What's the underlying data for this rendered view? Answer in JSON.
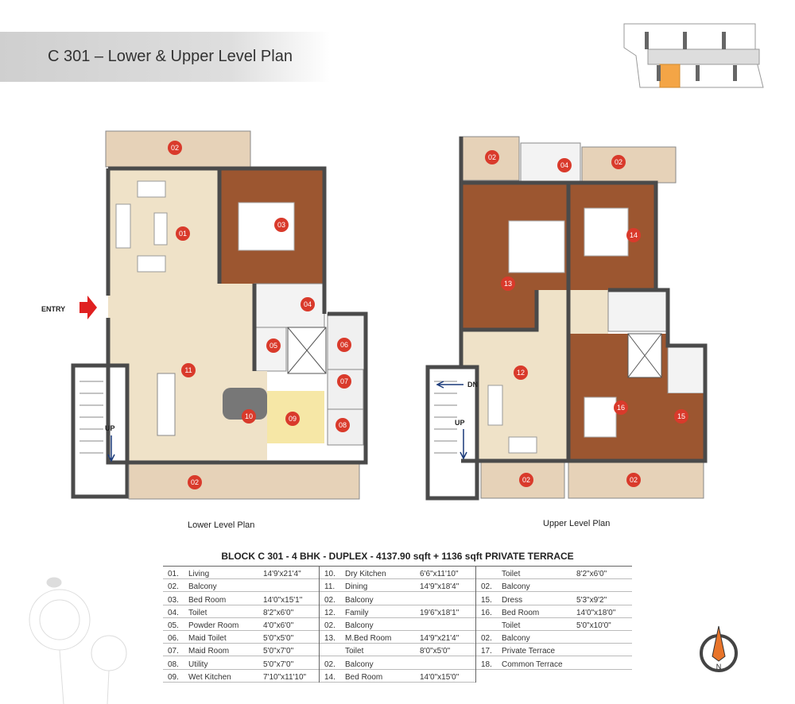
{
  "header": {
    "title": "C 301 – Lower & Upper Level Plan"
  },
  "colors": {
    "accent": "#d93a2b",
    "floor": "#efe2c8",
    "wood": "#9c5630",
    "balcony": "#e6d2b8",
    "wall": "#4a4a4a",
    "key_highlight": "#f4a546"
  },
  "lower_plan": {
    "caption": "Lower Level Plan",
    "entry": "ENTRY",
    "up": "UP",
    "markers": [
      "02",
      "01",
      "03",
      "04",
      "05",
      "06",
      "07",
      "11",
      "10",
      "09",
      "08",
      "02"
    ]
  },
  "upper_plan": {
    "caption": "Upper Level Plan",
    "up": "UP",
    "dn": "DN",
    "markers": [
      "02",
      "04",
      "02",
      "13",
      "14",
      "12",
      "16",
      "15",
      "02",
      "02"
    ]
  },
  "table": {
    "title": "BLOCK C 301 - 4 BHK - DUPLEX - 4137.90 sqft + 1136 sqft PRIVATE TERRACE",
    "columns": [
      [
        [
          "01.",
          "Living",
          "14'9'x21'4\""
        ],
        [
          "02.",
          "Balcony",
          ""
        ],
        [
          "03.",
          "Bed Room",
          "14'0\"x15'1\""
        ],
        [
          "04.",
          "Toilet",
          "8'2\"x6'0\""
        ],
        [
          "05.",
          "Powder Room",
          "4'0\"x6'0\""
        ],
        [
          "06.",
          "Maid Toilet",
          "5'0\"x5'0\""
        ],
        [
          "07.",
          "Maid Room",
          "5'0\"x7'0\""
        ],
        [
          "08.",
          "Utility",
          "5'0\"x7'0\""
        ],
        [
          "09.",
          "Wet Kitchen",
          "7'10\"x11'10\""
        ]
      ],
      [
        [
          "10.",
          "Dry Kitchen",
          "6'6\"x11'10\""
        ],
        [
          "11.",
          "Dining",
          "14'9\"x18'4\""
        ],
        [
          "02.",
          "Balcony",
          ""
        ],
        [
          "12.",
          "Family",
          "19'6\"x18'1\""
        ],
        [
          "02.",
          "Balcony",
          ""
        ],
        [
          "13.",
          "M.Bed Room",
          "14'9\"x21'4\""
        ],
        [
          "",
          "Toilet",
          "8'0\"x5'0\""
        ],
        [
          "02.",
          "Balcony",
          ""
        ],
        [
          "14.",
          "Bed Room",
          "14'0\"x15'0\""
        ]
      ],
      [
        [
          "",
          "Toilet",
          "8'2\"x6'0\""
        ],
        [
          "02.",
          "Balcony",
          ""
        ],
        [
          "15.",
          "Dress",
          "5'3\"x9'2\""
        ],
        [
          "16.",
          "Bed Room",
          "14'0\"x18'0\""
        ],
        [
          "",
          "Toilet",
          "5'0\"x10'0\""
        ],
        [
          "02.",
          "Balcony",
          ""
        ],
        [
          "17.",
          "Private Terrace",
          ""
        ],
        [
          "18.",
          "Common Terrace",
          ""
        ]
      ]
    ]
  },
  "compass": {
    "label": "N"
  }
}
